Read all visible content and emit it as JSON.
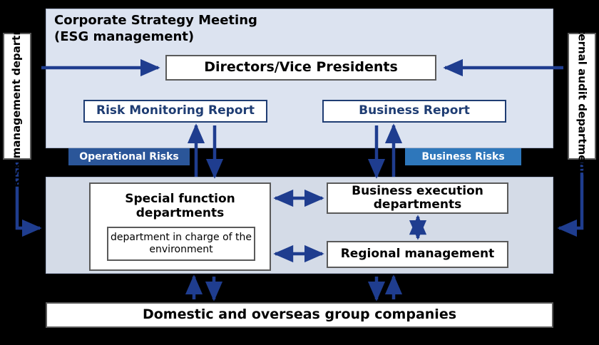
{
  "diagram": {
    "title_line1": "Corporate Strategy Meeting",
    "title_line2": "(ESG management)",
    "colors": {
      "top_panel_bg": "#dce3f0",
      "mid_panel_bg": "#d4dbe7",
      "background": "#000000",
      "arrow_navy": "#1f3d8f",
      "report_text_navy": "#1f3d73",
      "badge_operational": "#2b5699",
      "badge_business": "#2e77bb",
      "box_border": "#5a5a5a"
    },
    "nodes": {
      "directors": "Directors/Vice Presidents",
      "risk_monitoring_report": "Risk Monitoring Report",
      "business_report": "Business Report",
      "operational_risks_badge": "Operational Risks",
      "business_risks_badge": "Business Risks",
      "special_function_departments": "Special function departments",
      "department_in_charge_of_environment": "department in charge of the environment",
      "business_execution_departments": "Business execution departments",
      "regional_management": "Regional management",
      "group_companies": "Domestic and overseas group companies",
      "risk_management_department": "Risk management department",
      "internal_audit_department": "Internal audit department"
    }
  }
}
